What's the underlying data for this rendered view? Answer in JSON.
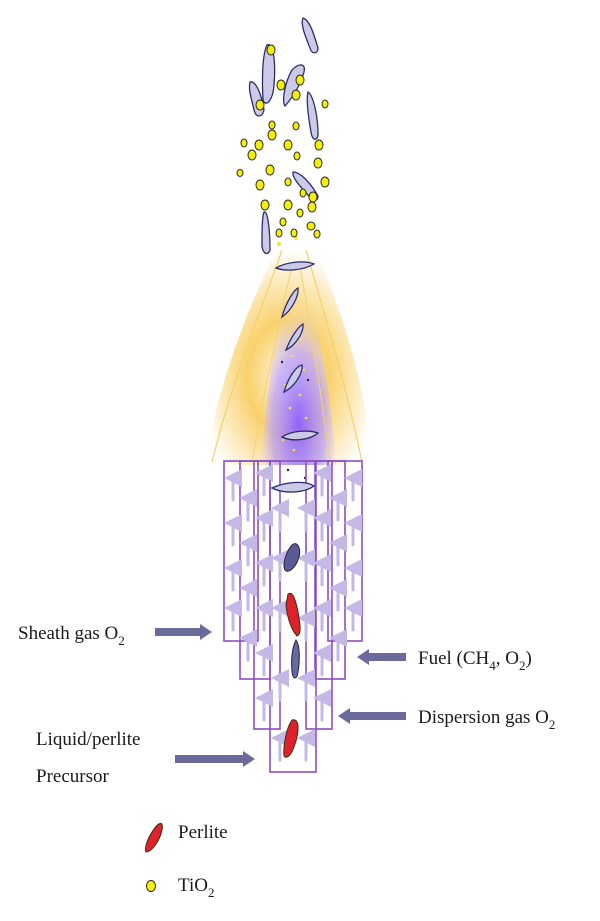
{
  "labels": {
    "sheath": "Sheath gas O",
    "sheath_sub": "2",
    "fuel_pre": "Fuel (CH",
    "fuel_sub1": "4",
    "fuel_mid": ", O",
    "fuel_sub2": "2",
    "fuel_post": ")",
    "dispersion": "Dispersion gas O",
    "dispersion_sub": "2",
    "liquid_line1": "Liquid/perlite",
    "liquid_line2": "Precursor"
  },
  "legend": {
    "perlite": "Perlite",
    "tio2_pre": "TiO",
    "tio2_sub": "2"
  },
  "colors": {
    "burner_outline": "#8a4fc0",
    "arrow": "#6b6a9a",
    "flame_core": "#9a6cf0",
    "flame_glow": "#f7c23a",
    "perlite": "#e0202a",
    "tio2": "#f4f000",
    "flake_fill": "#cbcbe8",
    "flake_stroke": "#2c2c6a"
  }
}
